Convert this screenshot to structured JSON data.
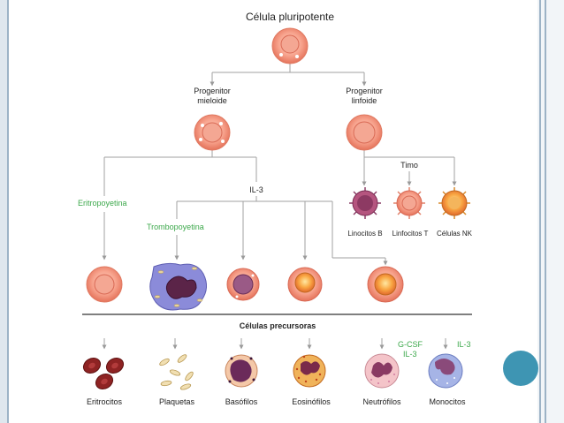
{
  "title": "Célula pluripotente",
  "labels": {
    "progenitor_mieloide": "Progenitor\nmieloide",
    "progenitor_linfoide": "Progenitor\nlinfoide",
    "timo": "Timo",
    "il3": "IL-3",
    "eritropoyetina": "Eritropoyetina",
    "trombopoyetina": "Trombopoyetina",
    "linfocitos_b": "Linocitos B",
    "linfocitos_t": "Linfocitos T",
    "celulas_nk": "Células NK",
    "celulas_precursoras": "Células precursoras",
    "gcsf": "G-CSF",
    "il3_neutro": "IL-3",
    "il3_mono": "IL-3"
  },
  "bottom_cells": [
    "Eritrocitos",
    "Plaquetas",
    "Basófilos",
    "Eosinófilos",
    "Neutrófilos",
    "Monocitos"
  ],
  "colors": {
    "accent_green": "#3ca84b",
    "teal_dot": "#3e95b3",
    "frame": "#9db3c6"
  }
}
